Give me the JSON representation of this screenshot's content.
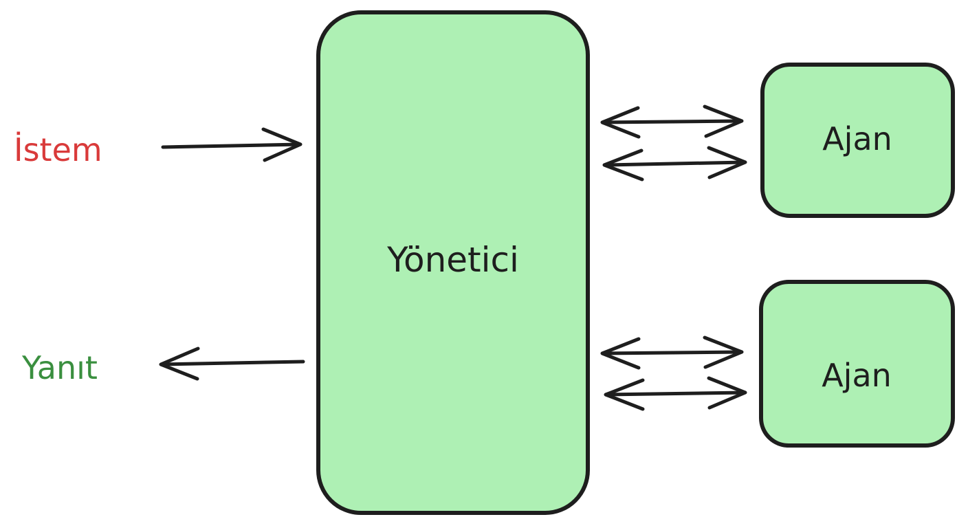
{
  "diagram": {
    "request_label": "İstem",
    "response_label": "Yanıt",
    "manager_label": "Yönetici",
    "agents": [
      {
        "label": "Ajan"
      },
      {
        "label": "Ajan"
      }
    ]
  },
  "colors": {
    "box_fill": "#aef0b4",
    "stroke": "#1e1e1e",
    "request_text": "#d93a3a",
    "response_text": "#3a8f3f",
    "label_text": "#1e1e1e"
  }
}
